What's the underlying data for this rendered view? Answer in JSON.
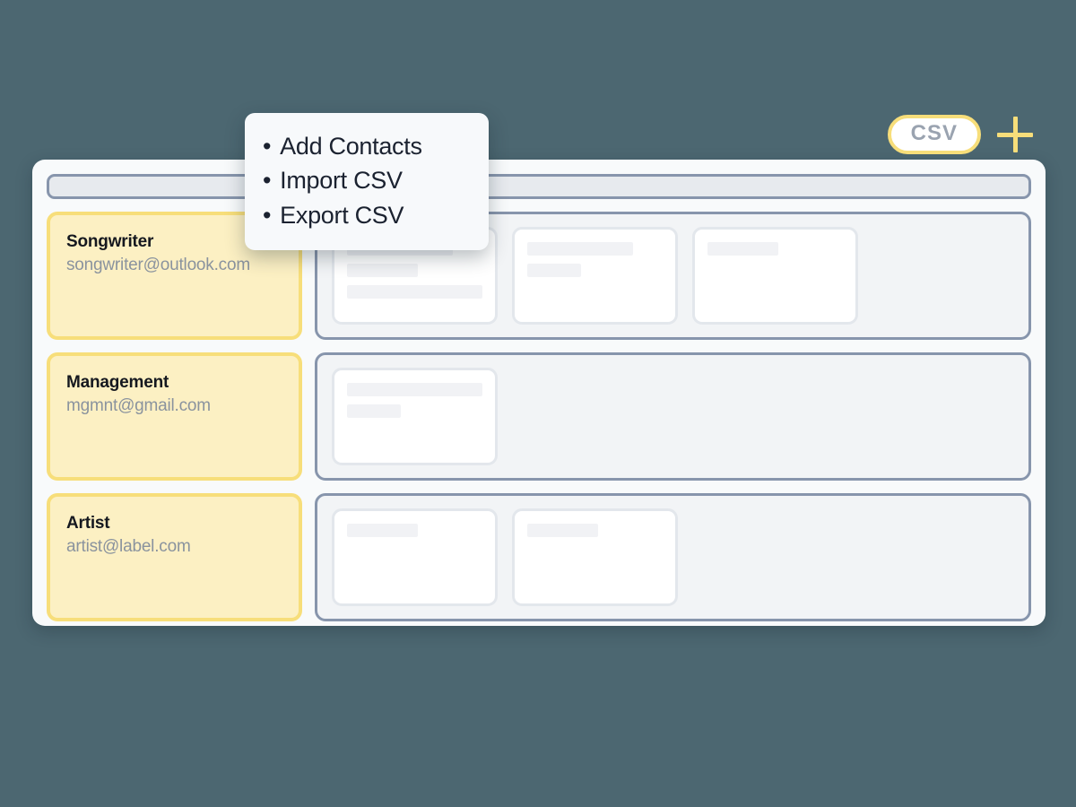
{
  "top_controls": {
    "csv_badge_label": "CSV",
    "add_icon": "plus-icon",
    "badge_border_color": "#F7DE7A",
    "badge_text_color": "#9AA3B0",
    "plus_color": "#F7DE7A"
  },
  "window": {
    "background": "#F8FAFB",
    "toolbar": {
      "label": ""
    }
  },
  "menu": {
    "items": [
      {
        "bullet": "•",
        "label": "Add Contacts"
      },
      {
        "bullet": "•",
        "label": "Import CSV"
      },
      {
        "bullet": "•",
        "label": "Export CSV"
      }
    ]
  },
  "contacts": [
    {
      "name": "Songwriter",
      "email": "songwriter@outlook.com"
    },
    {
      "name": "Management",
      "email": "mgmnt@gmail.com"
    },
    {
      "name": "Artist",
      "email": "artist@label.com"
    }
  ],
  "colors": {
    "page_background": "#4C6771",
    "card_fill": "#FCF0C3",
    "card_border": "#F7DE7A",
    "panel_border": "#8795AC",
    "panel_fill": "#F2F4F6",
    "skeleton_bar": "#F1F2F5"
  }
}
